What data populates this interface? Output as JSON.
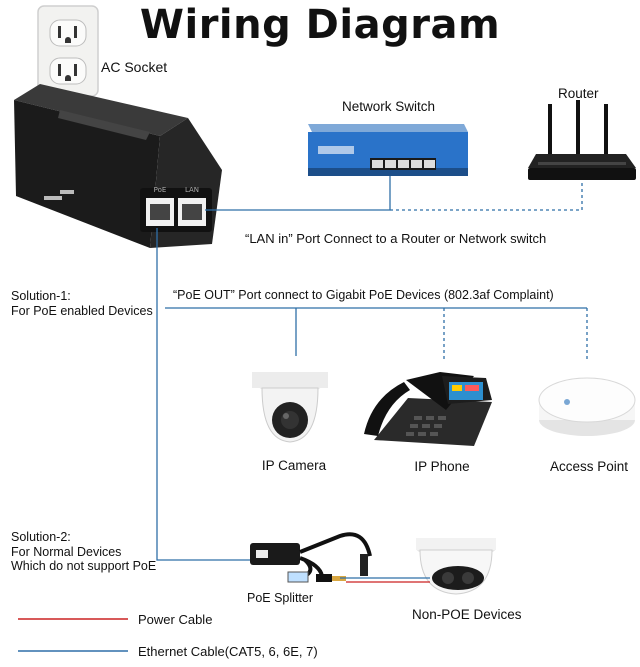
{
  "title": "Wiring Diagram",
  "labels": {
    "ac_socket": "AC Socket",
    "network_switch": "Network Switch",
    "router": "Router",
    "lan_in": "“LAN in” Port Connect to a Router or Network switch",
    "solution1_line1": "Solution-1:",
    "solution1_line2": "For PoE enabled Devices",
    "poe_out": "“PoE OUT” Port connect to Gigabit PoE Devices (802.3af Complaint)",
    "ip_camera": "IP Camera",
    "ip_phone": "IP Phone",
    "access_point": "Access Point",
    "solution2_line1": "Solution-2:",
    "solution2_line2": "For Normal Devices",
    "solution2_line3": "Which do not support PoE",
    "poe_splitter": "PoE Splitter",
    "non_poe": "Non-POE Devices"
  },
  "legend": [
    {
      "label": "Power Cable",
      "color": "#cc2222"
    },
    {
      "label": "Ethernet Cable(CAT5, 6, 6E, 7)",
      "color": "#2a6f9a"
    }
  ],
  "injector_ports": {
    "left": "PoE",
    "right": "LAN"
  },
  "colors": {
    "ethernet": "#2f6fa8",
    "power": "#cc2222",
    "switch_body": "#2a73c9",
    "device_dark": "#1e1e1e"
  },
  "icons": [
    "ac-socket-icon",
    "poe-injector-icon",
    "network-switch-icon",
    "router-icon",
    "ip-camera-icon",
    "ip-phone-icon",
    "access-point-icon",
    "poe-splitter-icon",
    "non-poe-camera-icon"
  ]
}
